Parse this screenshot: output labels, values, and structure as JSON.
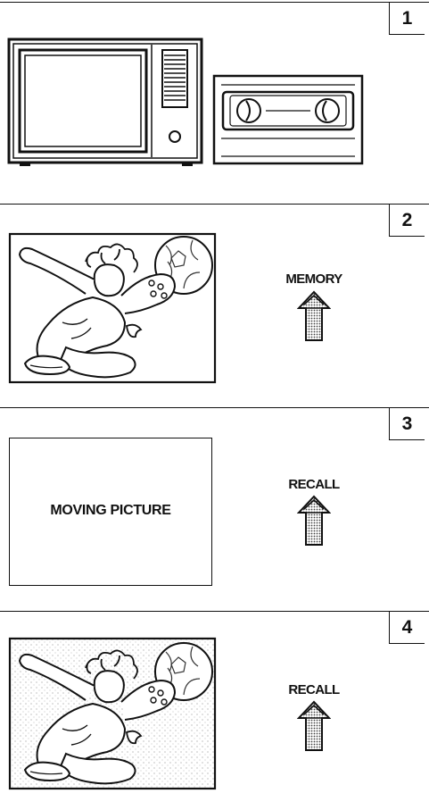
{
  "steps": [
    {
      "number": "1"
    },
    {
      "number": "2",
      "button_label": "MEMORY"
    },
    {
      "number": "3",
      "button_label": "RECALL",
      "screen_text": "MOVING PICTURE"
    },
    {
      "number": "4",
      "button_label": "RECALL"
    }
  ],
  "colors": {
    "ink": "#111111",
    "paper": "#ffffff",
    "button_fill": "#9a9a9a"
  },
  "icons": [
    "television-icon",
    "videocassette-icon",
    "soccer-player-image",
    "up-arrow-button-icon"
  ]
}
